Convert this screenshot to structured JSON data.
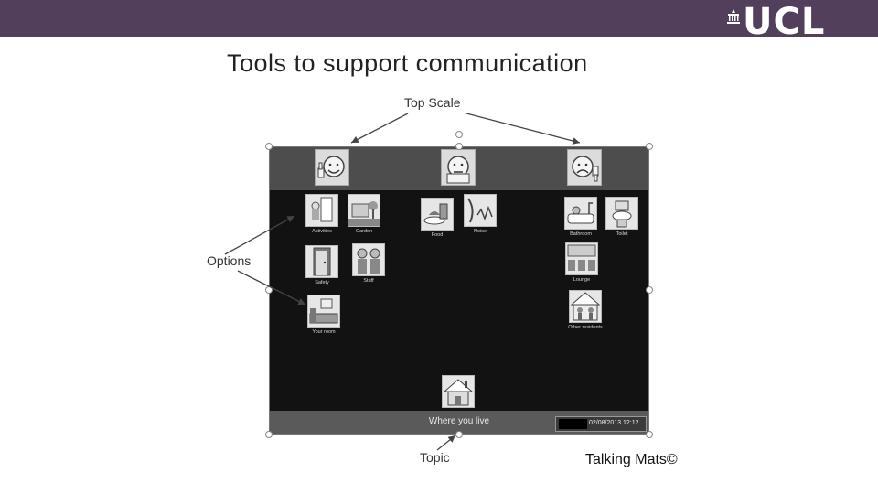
{
  "header": {
    "brand_color": "#523f5c",
    "logo_text": "UCL"
  },
  "slide": {
    "title": "Tools to support communication",
    "credit": "Talking Mats©"
  },
  "figure": {
    "callouts": {
      "top_scale": "Top Scale",
      "options": "Options",
      "topic": "Topic"
    },
    "scale_faces": [
      "happy-face-icon",
      "unsure-face-icon",
      "sad-face-icon"
    ],
    "option_cards": [
      {
        "label": "Activities",
        "icon": "activities-icon"
      },
      {
        "label": "Garden",
        "icon": "garden-icon"
      },
      {
        "label": "Safety",
        "icon": "door-icon"
      },
      {
        "label": "Staff",
        "icon": "people-icon"
      },
      {
        "label": "Your room",
        "icon": "room-icon"
      },
      {
        "label": "Food",
        "icon": "food-icon"
      },
      {
        "label": "Noise",
        "icon": "noise-icon"
      },
      {
        "label": "Bathroom",
        "icon": "bath-icon"
      },
      {
        "label": "Toilet",
        "icon": "toilet-icon"
      },
      {
        "label": "Lounge",
        "icon": "lounge-icon"
      },
      {
        "label": "Other residents",
        "icon": "residents-icon"
      }
    ],
    "topic": {
      "label": "Where you live",
      "icon": "house-icon"
    },
    "timestamp": "02/08/2013 12:12"
  }
}
